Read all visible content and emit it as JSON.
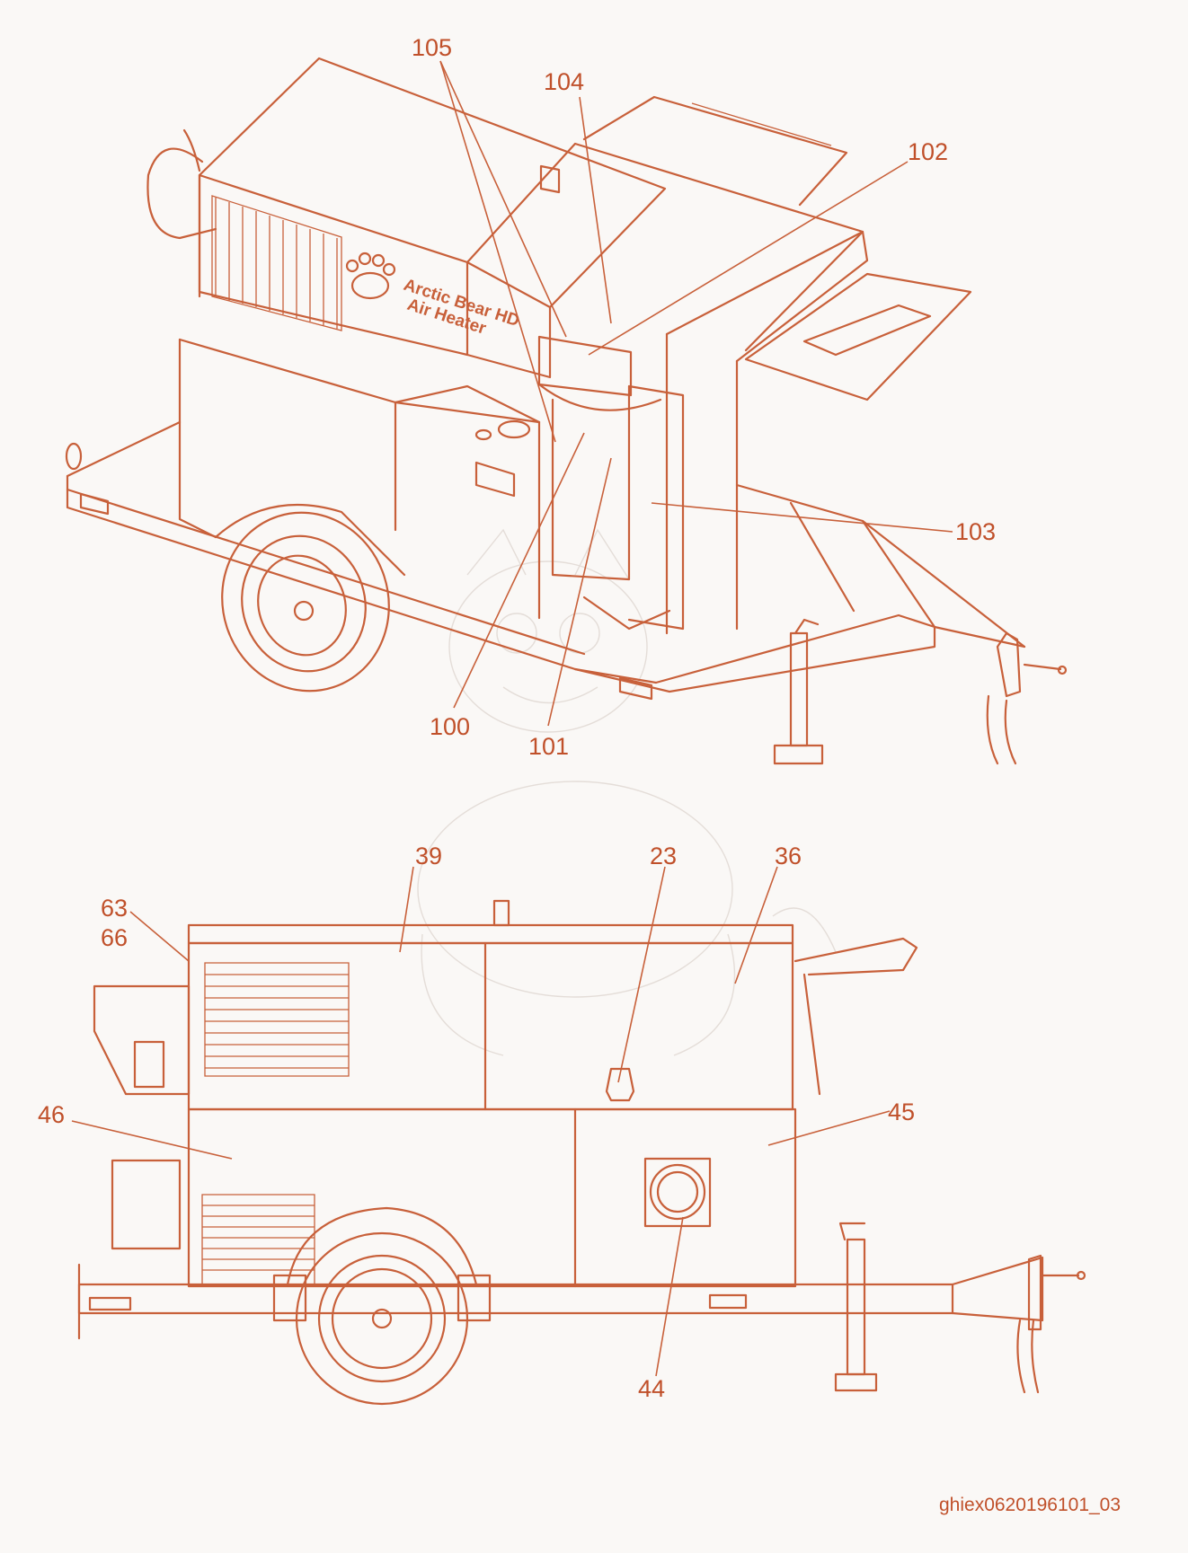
{
  "colors": {
    "line": "#c8603a",
    "label": "#c0502a",
    "background": "#faf8f6"
  },
  "logo": {
    "line1": "Arctic Bear HD",
    "line2": "Air Heater",
    "icon": "paw-print-icon"
  },
  "figure_id": "ghiex0620196101_03",
  "callouts_top": [
    {
      "id": "c105",
      "label": "105"
    },
    {
      "id": "c104",
      "label": "104"
    },
    {
      "id": "c102",
      "label": "102"
    },
    {
      "id": "c103",
      "label": "103"
    },
    {
      "id": "c100",
      "label": "100"
    },
    {
      "id": "c101",
      "label": "101"
    }
  ],
  "callouts_bottom": [
    {
      "id": "c39",
      "label": "39"
    },
    {
      "id": "c23",
      "label": "23"
    },
    {
      "id": "c36",
      "label": "36"
    },
    {
      "id": "c63",
      "label": "63"
    },
    {
      "id": "c66",
      "label": "66"
    },
    {
      "id": "c46",
      "label": "46"
    },
    {
      "id": "c45",
      "label": "45"
    },
    {
      "id": "c44",
      "label": "44"
    }
  ]
}
